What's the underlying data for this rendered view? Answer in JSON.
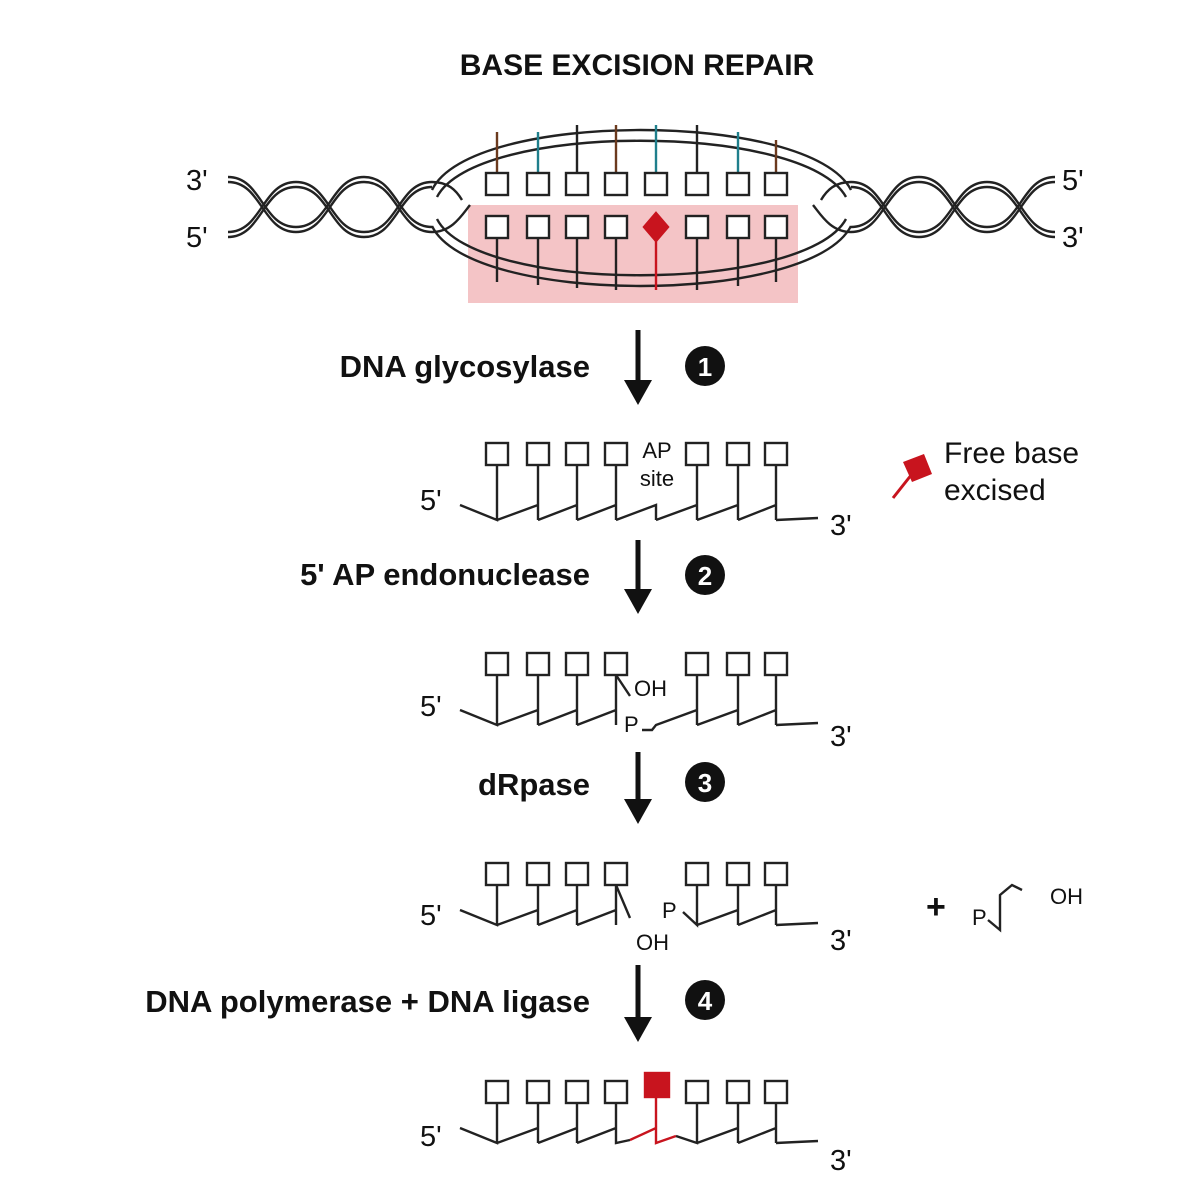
{
  "title": "BASE EXCISION REPAIR",
  "duplex": {
    "left_top_end": "3'",
    "left_bottom_end": "5'",
    "right_top_end": "5'",
    "right_bottom_end": "3'"
  },
  "steps": [
    {
      "number": "1",
      "enzyme": "DNA glycosylase"
    },
    {
      "number": "2",
      "enzyme": "5' AP endonuclease"
    },
    {
      "number": "3",
      "enzyme": "dRpase"
    },
    {
      "number": "4",
      "enzyme": "DNA polymerase + DNA ligase"
    }
  ],
  "strand_ends": {
    "five_prime": "5'",
    "three_prime": "3'"
  },
  "ap_site": {
    "line1": "AP",
    "line2": "site"
  },
  "free_base": {
    "line1": "Free base",
    "line2": "excised"
  },
  "nick_labels": {
    "oh": "OH",
    "p": "P"
  },
  "byproduct": {
    "plus": "+",
    "p": "P",
    "oh": "OH"
  },
  "colors": {
    "damaged_base": "#c8141e",
    "highlight": "#f4c4c6",
    "backbone": "#222222",
    "stick_teal": "#1f7f8c",
    "stick_brown": "#6b3a1e"
  }
}
